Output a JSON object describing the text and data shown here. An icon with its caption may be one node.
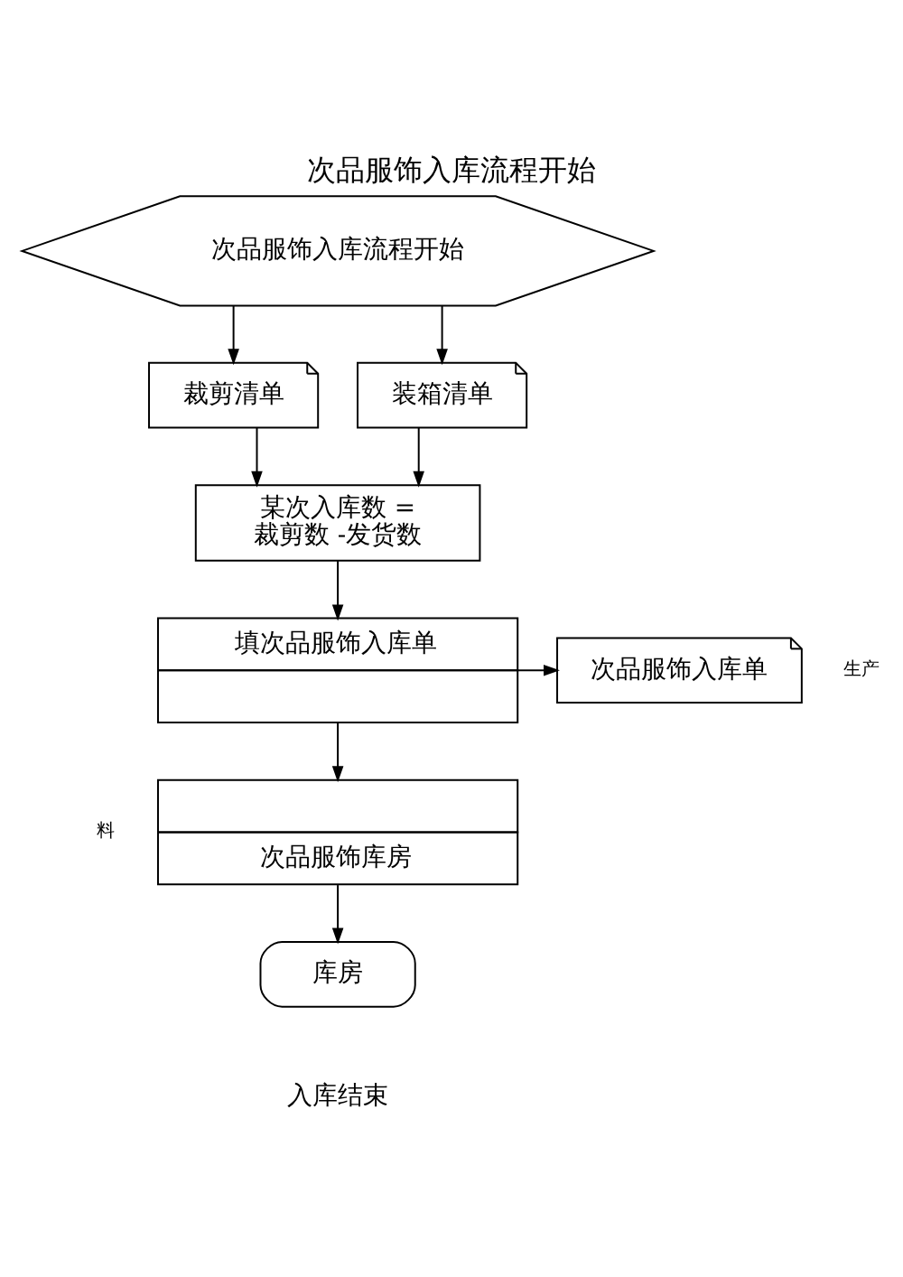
{
  "diagram": {
    "title": "次品服饰入库流程开始",
    "nodes": [
      {
        "text": [
          "次品服饰入库流程开始"
        ]
      },
      {
        "text": [
          "裁剪清单"
        ]
      },
      {
        "text": [
          "装箱清单"
        ]
      },
      {
        "text": [
          "某次入库数 = 裁剪数 -发货数"
        ]
      },
      {
        "text": [
          "填次品服饰入库单"
        ]
      },
      {
        "text": [
          "次品服饰入库单"
        ]
      },
      {
        "text": [
          "次品服饰库房"
        ]
      },
      {
        "text": [
          "库房"
        ],
        "beside": [
          "入库结束"
        ]
      }
    ],
    "edges": [
      {
        "from": 0,
        "to": 1,
        "arrow": "to"
      },
      {
        "from": 0,
        "to": 2,
        "arrow": "to"
      },
      {
        "from": 1,
        "to": 3,
        "arrow": "to"
      },
      {
        "from": 2,
        "to": 3,
        "arrow": "to"
      },
      {
        "from": 3,
        "to": 4,
        "arrow": "to"
      },
      {
        "from": 4,
        "to": 5,
        "arrow": "to"
      },
      {
        "from": 4,
        "to": 6,
        "arrow": "to"
      },
      {
        "from": 6,
        "to": 7,
        "arrow": "to"
      }
    ],
    "labels": [
      "生产",
      "料"
    ]
  }
}
